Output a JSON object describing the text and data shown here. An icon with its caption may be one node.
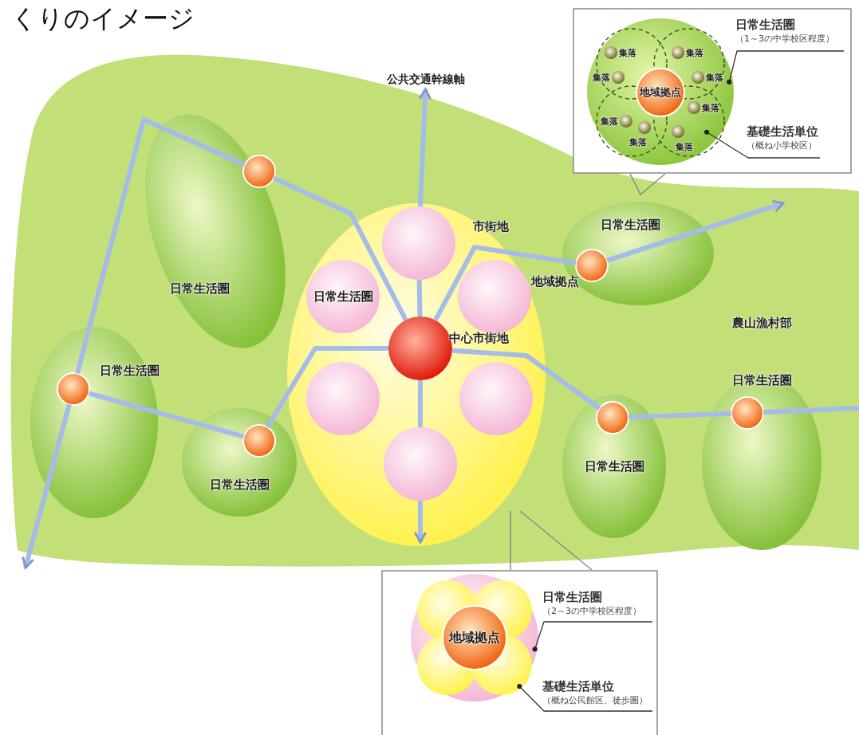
{
  "diagram": {
    "title": "くりのイメージ",
    "nodes": [
      {
        "text": [
          "農山漁村部"
        ]
      },
      {
        "text": [
          "日常生活圏"
        ],
        "in": 0
      },
      {
        "text": [],
        "shape": "circle",
        "in": 1
      },
      {
        "text": [
          "日常生活圏"
        ],
        "in": 0
      },
      {
        "text": [],
        "shape": "circle",
        "in": 3
      },
      {
        "text": [
          "日常生活圏"
        ],
        "in": 0
      },
      {
        "text": [],
        "shape": "circle",
        "in": 5
      },
      {
        "text": [
          "市街地"
        ],
        "in": 0
      },
      {
        "text": [],
        "shape": "circle",
        "in": 7
      },
      {
        "text": [
          "日常生活圏"
        ],
        "in": 7
      },
      {
        "text": [],
        "shape": "circle",
        "in": 7
      },
      {
        "text": [],
        "shape": "circle",
        "in": 7
      },
      {
        "text": [],
        "shape": "circle",
        "in": 7
      },
      {
        "text": [],
        "shape": "circle",
        "in": 7
      },
      {
        "text": [],
        "shape": "circle",
        "beside": [
          "中心市街地"
        ],
        "in": 7
      },
      {
        "text": [
          "日常生活圏"
        ],
        "in": 0
      },
      {
        "text": [],
        "shape": "circle",
        "beside": [
          "地域拠点"
        ],
        "in": 15
      },
      {
        "text": [
          "日常生活圏"
        ],
        "in": 0
      },
      {
        "text": [],
        "shape": "circle",
        "in": 17
      },
      {
        "text": [
          "日常生活圏"
        ],
        "in": 0
      },
      {
        "text": [],
        "shape": "circle",
        "in": 19
      },
      {
        "text": [],
        "shape": "box"
      },
      {
        "text": [],
        "shape": "circle",
        "in": 21
      },
      {
        "text": [],
        "shape": "circle",
        "in": 22
      },
      {
        "text": [],
        "shape": "circle",
        "in": 22
      },
      {
        "text": [],
        "shape": "circle",
        "in": 22
      },
      {
        "text": [],
        "shape": "circle",
        "in": 22
      },
      {
        "text": [
          "地域拠点"
        ],
        "in": 22
      },
      {
        "text": [],
        "shape": "circle",
        "beside": [
          "集落"
        ],
        "in": 23
      },
      {
        "text": [],
        "shape": "circle",
        "beside": [
          "集落"
        ],
        "in": 24
      },
      {
        "text": [],
        "shape": "circle",
        "beside": [
          "集落"
        ],
        "in": 23
      },
      {
        "text": [],
        "shape": "circle",
        "beside": [
          "集落"
        ],
        "in": 24
      },
      {
        "text": [],
        "shape": "circle",
        "beside": [
          "集落"
        ],
        "in": 26
      },
      {
        "text": [],
        "shape": "circle",
        "beside": [
          "集落"
        ],
        "in": 25
      },
      {
        "text": [],
        "shape": "circle",
        "beside": [
          "集落"
        ],
        "in": 25
      },
      {
        "text": [],
        "shape": "circle",
        "beside": [
          "集落"
        ],
        "in": 26
      },
      {
        "text": [
          "日常生活圏",
          "（1～3の中学校区程度）"
        ],
        "in": 21
      },
      {
        "text": [
          "基礎生活単位",
          "（概ね小学校区）"
        ],
        "in": 21
      },
      {
        "text": [],
        "shape": "box"
      },
      {
        "text": [],
        "shape": "circle",
        "in": 38
      },
      {
        "text": [],
        "shape": "circle",
        "in": 39
      },
      {
        "text": [],
        "shape": "circle",
        "in": 39
      },
      {
        "text": [],
        "shape": "circle",
        "in": 39
      },
      {
        "text": [],
        "shape": "circle",
        "in": 39
      },
      {
        "text": [
          "地域拠点"
        ],
        "in": 39
      },
      {
        "text": [
          "日常生活圏",
          "（2～3の中学校区程度）"
        ],
        "in": 38
      },
      {
        "text": [
          "基礎生活単位",
          "（概ね公民館区、徒歩圏）"
        ],
        "in": 38
      },
      {
        "text": [
          "公共交通幹線軸"
        ]
      }
    ],
    "edges": [
      {
        "from": 14,
        "to": 8,
        "arrow": "none"
      },
      {
        "from": 14,
        "to": 13,
        "arrow": "none"
      },
      {
        "from": 14,
        "to": 2,
        "arrow": "none"
      },
      {
        "from": 2,
        "to": 4,
        "arrow": "none"
      },
      {
        "from": 4,
        "to": null,
        "arrow": "to"
      },
      {
        "from": 4,
        "to": 6,
        "arrow": "none"
      },
      {
        "from": 6,
        "to": 14,
        "arrow": "none"
      },
      {
        "from": 14,
        "to": 16,
        "arrow": "none"
      },
      {
        "from": 16,
        "to": null,
        "arrow": "to"
      },
      {
        "from": 14,
        "to": 18,
        "arrow": "none"
      },
      {
        "from": 18,
        "to": 20,
        "arrow": "none"
      },
      {
        "from": 20,
        "to": null,
        "arrow": "none"
      },
      {
        "from": 36,
        "to": 22,
        "arrow": "other",
        "color": "#333333"
      },
      {
        "from": 37,
        "to": 26,
        "arrow": "other",
        "color": "#333333"
      },
      {
        "from": 45,
        "to": 39,
        "arrow": "other",
        "color": "#333333"
      },
      {
        "from": 46,
        "to": 43,
        "arrow": "other",
        "color": "#333333"
      },
      {
        "from": 8,
        "to": 47,
        "arrow": "to"
      },
      {
        "from": 13,
        "to": null,
        "arrow": "to"
      }
    ]
  }
}
